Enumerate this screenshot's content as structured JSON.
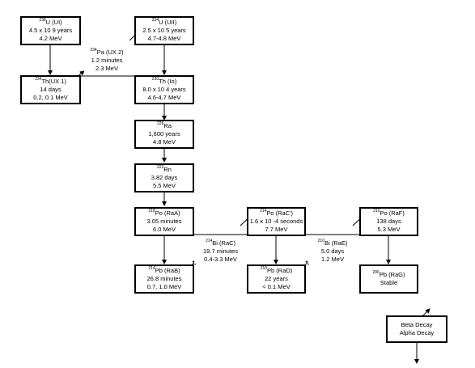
{
  "nodes": {
    "u238": {
      "mass": "238",
      "name": "U (UI)",
      "half_life": "4.5 x 10 9 years",
      "energy": "4.2 MeV"
    },
    "th234": {
      "mass": "234",
      "name": "Th(UX 1)",
      "half_life": "14 days",
      "energy": "0.2, 0.1 MeV"
    },
    "pa234": {
      "mass": "234",
      "name": "Pa (UX 2)",
      "half_life": "1.2 minutes",
      "energy": "2.3 MeV"
    },
    "u234": {
      "mass": "234",
      "name": "U (UII)",
      "half_life": "2.5 x 10 5 years",
      "energy": "4.7-4.8 MeV"
    },
    "th230": {
      "mass": "230",
      "name": "Th (Io)",
      "half_life": "8.0 x 10 4 years",
      "energy": "4.6-4.7 MeV"
    },
    "ra226": {
      "mass": "226",
      "name": "Ra",
      "half_life": "1,600 years",
      "energy": "4.8 MeV"
    },
    "rn222": {
      "mass": "222",
      "name": "Rn",
      "half_life": "3.82 days",
      "energy": "5.5 MeV"
    },
    "po218": {
      "mass": "218",
      "name": "Po (RaA)",
      "half_life": "3.05 minutes",
      "energy": "6.0 MeV"
    },
    "pb214": {
      "mass": "214",
      "name": "Pb (RaB)",
      "half_life": "26.8 minutes",
      "energy": "0.7, 1.0 MeV"
    },
    "bi214": {
      "mass": "214",
      "name": "Bi (RaC)",
      "half_life": "19.7 minutes",
      "energy": "0.4-3.3 MeV"
    },
    "po214": {
      "mass": "214",
      "name": "Po (RaC')",
      "half_life": "1.6 x 10 -4 seconds",
      "energy": "7.7 MeV"
    },
    "pb210": {
      "mass": "210",
      "name": "Pb (RaD)",
      "half_life": "22 years",
      "energy": "< 0.1 MeV"
    },
    "bi210": {
      "mass": "210",
      "name": "Bi (RaE)",
      "half_life": "5.0 days",
      "energy": "1.2 MeV"
    },
    "po210": {
      "mass": "210",
      "name": "Po (RaF)",
      "half_life": "138 days",
      "energy": "5.3 MeV"
    },
    "pb206": {
      "mass": "206",
      "name": "Pb (RaG)",
      "half_life": "Stable"
    }
  },
  "legend": {
    "beta": "Beta Decay",
    "alpha": "Alpha Decay"
  }
}
